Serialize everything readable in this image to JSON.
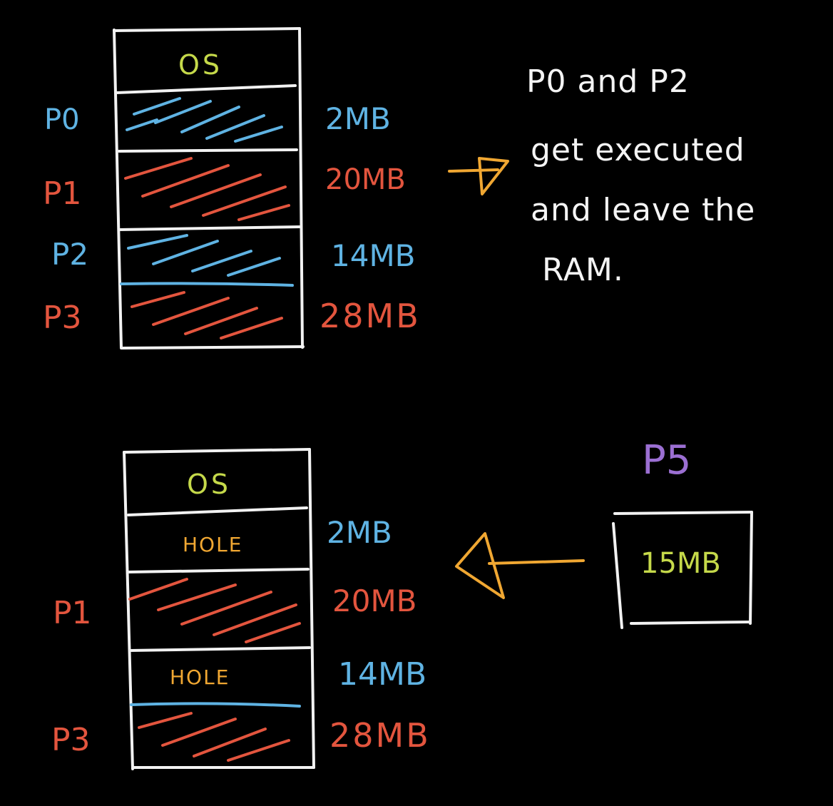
{
  "colors": {
    "background": "#000000",
    "chalk": "#f2f2f2",
    "os_green": "#c5d94a",
    "blue": "#5fb3e3",
    "red": "#e3553e",
    "orange": "#f0a732",
    "purple": "#9b6fd2"
  },
  "top_memory": {
    "os_label": "OS",
    "partitions": [
      {
        "process": "P0",
        "size": "2MB",
        "color": "blue"
      },
      {
        "process": "P1",
        "size": "20MB",
        "color": "red"
      },
      {
        "process": "P2",
        "size": "14MB",
        "color": "blue"
      },
      {
        "process": "P3",
        "size": "28MB",
        "color": "red"
      }
    ]
  },
  "note": {
    "line1": "P0 and P2",
    "line2": "get executed",
    "line3": "and leave the",
    "line4": "RAM."
  },
  "bottom_memory": {
    "os_label": "OS",
    "partitions": [
      {
        "process": "",
        "label": "HOLE",
        "size": "2MB"
      },
      {
        "process": "P1",
        "label": "",
        "size": "20MB"
      },
      {
        "process": "",
        "label": "HOLE",
        "size": "14MB"
      },
      {
        "process": "P3",
        "label": "",
        "size": "28MB"
      }
    ]
  },
  "incoming_process": {
    "name": "P5",
    "size": "15MB"
  }
}
